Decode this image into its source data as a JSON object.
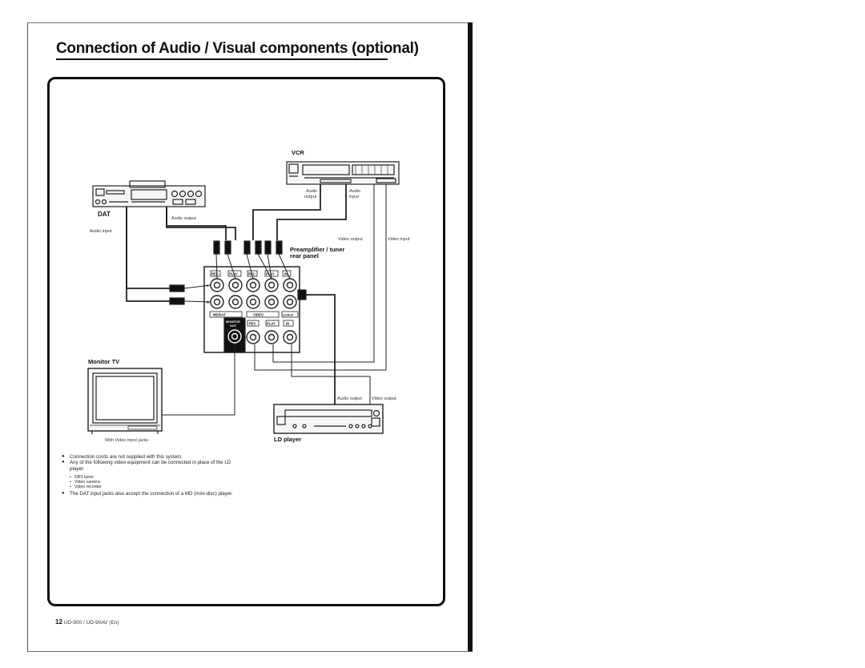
{
  "page": {
    "title": "Connection of Audio / Visual components (optional)",
    "page_number": "12",
    "footer_model": "UD-900 / UD-90AV (En)"
  },
  "diagram": {
    "devices": {
      "vcr": "VCR",
      "dat": "DAT",
      "preamp_line1": "Preamplifier / tuner",
      "preamp_line2": "rear panel",
      "monitor": "Monitor TV",
      "ld": "LD player"
    },
    "labels": {
      "vcr_audio_output_1": "Audio",
      "vcr_audio_output_2": "output",
      "vcr_audio_input_1": "Audio",
      "vcr_audio_input_2": "input",
      "dat_audio_output": "Audio output",
      "dat_audio_input": "Audio input",
      "video_output": "Video output",
      "video_input": "Video input",
      "ld_audio_output": "Audio output",
      "ld_video_output": "Video output",
      "monitor_caption": "With Video input jacks"
    },
    "panel": {
      "top_tags": [
        "REC",
        "PLAY",
        "REC",
        "PLAY",
        "IN"
      ],
      "channel_l": "L",
      "channel_r": "R",
      "group_labels": [
        "MD/DAT",
        "VIDEO",
        "LD/AUX"
      ],
      "monitor_tag_1": "MONITOR",
      "monitor_tag_2": "OUT",
      "video_tags": [
        "REC",
        "PLAY",
        "IN"
      ]
    }
  },
  "notes": {
    "items": [
      "Connection cords are not supplied with this system.",
      "Any of the following video equipment can be connected in place of the LD player.",
      "The DAT input jacks also accept the connection of a MD (mini-disc) player."
    ],
    "sub_items": [
      "DBS tuner",
      "Video camera",
      "Video recorder"
    ]
  }
}
